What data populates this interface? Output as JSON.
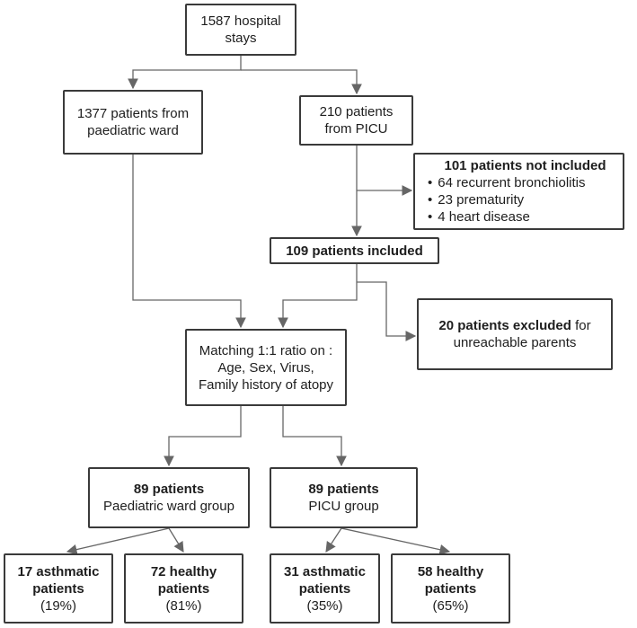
{
  "stays": {
    "line1": "1587 hospital",
    "line2": "stays"
  },
  "ward": {
    "line1": "1377 patients from",
    "line2": "paediatric ward"
  },
  "picu": {
    "line1": "210 patients",
    "line2": "from PICU"
  },
  "not_included": {
    "title": "101 patients not included",
    "items": [
      "64 recurrent bronchiolitis",
      "23 prematurity",
      "4 heart disease"
    ]
  },
  "included": {
    "label": "109 patients included"
  },
  "excluded": {
    "bold": "20 patients excluded",
    "rest": " for",
    "line2": "unreachable parents"
  },
  "matching": {
    "line1": "Matching 1:1 ratio on :",
    "line2": "Age, Sex, Virus,",
    "line3": "Family history of atopy"
  },
  "ward_group": {
    "count": "89 patients",
    "name": "Paediatric ward group"
  },
  "picu_group": {
    "count": "89 patients",
    "name": "PICU group"
  },
  "outcomes": {
    "ward_asthmatic": {
      "line1": "17 asthmatic",
      "line2": "patients",
      "pct": "(19%)"
    },
    "ward_healthy": {
      "line1": "72 healthy",
      "line2": "patients",
      "pct": "(81%)"
    },
    "picu_asthmatic": {
      "line1": "31 asthmatic",
      "line2": "patients",
      "pct": "(35%)"
    },
    "picu_healthy": {
      "line1": "58 healthy",
      "line2": "patients",
      "pct": "(65%)"
    }
  },
  "colors": {
    "border": "#3a3a3a",
    "line": "#666666"
  }
}
